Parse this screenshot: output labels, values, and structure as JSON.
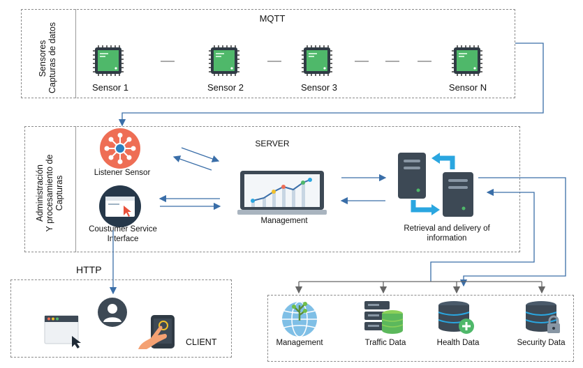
{
  "sensors_section": {
    "label_line1": "Sensores",
    "label_line2": "Capturas de datos",
    "protocol": "MQTT",
    "sensors": [
      "Sensor 1",
      "Sensor 2",
      "Sensor 3",
      "Sensor N"
    ]
  },
  "admin_section": {
    "label_line1": "Administración",
    "label_line2": "Y procesamiento de",
    "label_line3": "Capturas",
    "title": "SERVER",
    "listener": "Listener Sensor",
    "customer_service_line1": "Coustumer Service",
    "customer_service_line2": "Interface",
    "management": "Management",
    "retrieval_line1": "Retrieval and delivery of",
    "retrieval_line2": "information"
  },
  "http_label": "HTTP",
  "client_label": "CLIENT",
  "storage": {
    "items": [
      "Management",
      "Traffic Data",
      "Health Data",
      "Security Data"
    ]
  },
  "colors": {
    "arrow": "#3a6ea8",
    "dashed_border": "#8a8a8a",
    "chip_green": "#4fb86a",
    "listener_red": "#ee6e55",
    "server_dark": "#3d4955",
    "cyan_arrow": "#2aa6e0"
  }
}
